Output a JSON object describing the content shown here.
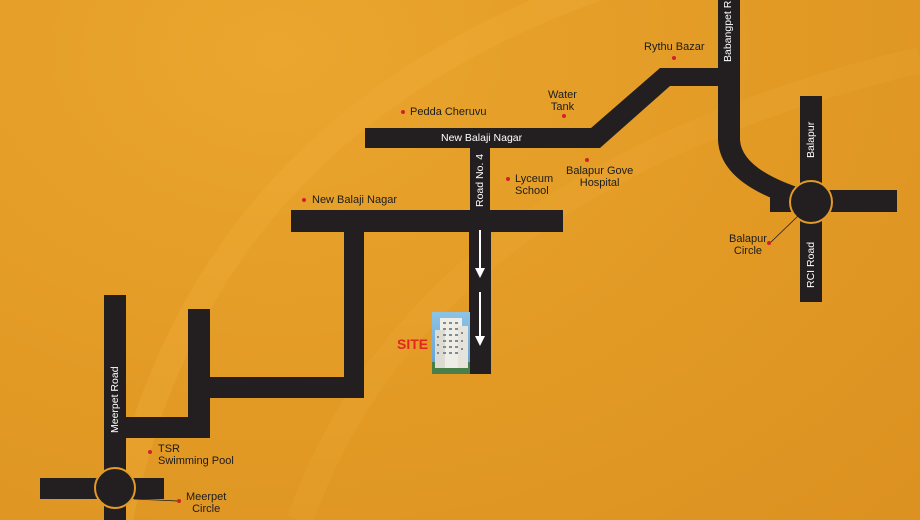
{
  "roads": {
    "new_balaji_nagar_top": "New Balaji Nagar",
    "road_no_4": "Road No. 4",
    "babangpet_road": "Babangpet R",
    "balapur": "Balapur",
    "rci_road": "RCI Road",
    "meerpet_road": "Meerpet Road"
  },
  "landmarks": {
    "rythu_bazar": "Rythu Bazar",
    "water_tank": [
      "Water",
      "Tank"
    ],
    "pedda_cheruvu": "Pedda Cheruvu",
    "lyceum_school": [
      "Lyceum",
      "School"
    ],
    "balapur_gove_hospital": [
      "Balapur Gove",
      "Hospital"
    ],
    "new_balaji_nagar": "New Balaji Nagar",
    "balapur_circle": [
      "Balapur",
      "Circle"
    ],
    "tsr_swimming_pool": [
      "TSR",
      "Swimming Pool"
    ],
    "meerpet_circle": [
      "Meerpet",
      "Circle"
    ]
  },
  "site": {
    "label": "SITE"
  },
  "colors": {
    "background": "#E39A26",
    "road": "#231F20",
    "marker": "#D0202A",
    "site_label": "#E3261E",
    "road_text": "#FFFFFF"
  }
}
